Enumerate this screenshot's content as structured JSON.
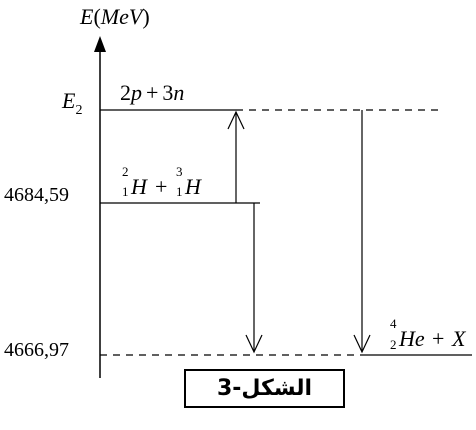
{
  "axis": {
    "symbol": "E",
    "open": "(",
    "unit": "MeV",
    "close": ")"
  },
  "levels": [
    {
      "id": "e2",
      "energy_label": "E",
      "energy_sub": "2"
    },
    {
      "id": "h",
      "energy_label": "4684,59"
    },
    {
      "id": "he",
      "energy_label": "4666,97"
    }
  ],
  "species": {
    "protons_neutrons": {
      "c1": "2",
      "s1": "p",
      "op": "+",
      "c2": "3",
      "s2": "n"
    },
    "deuterium_tritium": {
      "a1": "2",
      "z1": "1",
      "s1": "H",
      "op": "+",
      "a2": "3",
      "z2": "1",
      "s2": "H"
    },
    "helium_x": {
      "a": "4",
      "z": "2",
      "s": "He",
      "op": "+",
      "x": "X"
    }
  },
  "caption": "الشكل-3"
}
